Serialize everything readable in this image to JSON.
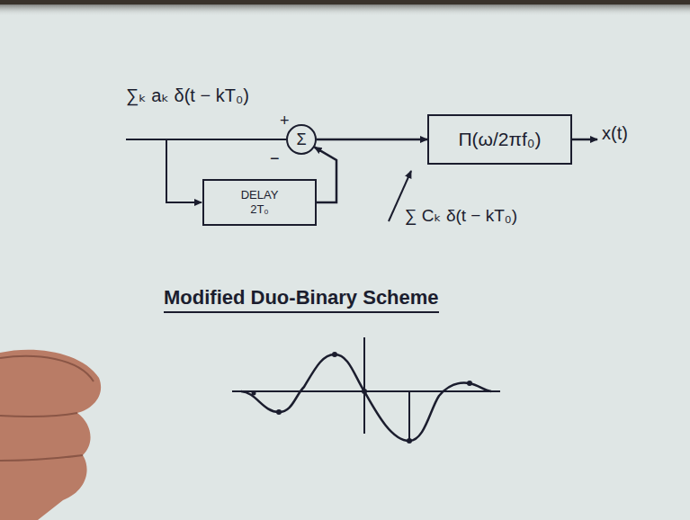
{
  "diagram": {
    "title": "Modified Duo-Binary Scheme",
    "nodes": [
      {
        "text": [
          "Σ"
        ]
      },
      {
        "text": [
          "Π(ω/2πf₀)"
        ]
      },
      {
        "text": [
          "DELAY 2T₀"
        ]
      }
    ],
    "edges": [
      {
        "from": 2,
        "to": 0,
        "arrow": "to"
      },
      {
        "from": 0,
        "to": 1,
        "arrow": "to"
      }
    ],
    "labels": [
      "∑ₖ aₖ δ(t − kT₀)",
      "+",
      "−",
      "x(t)",
      "∑ Cₖ δ(t − kT₀)"
    ]
  }
}
